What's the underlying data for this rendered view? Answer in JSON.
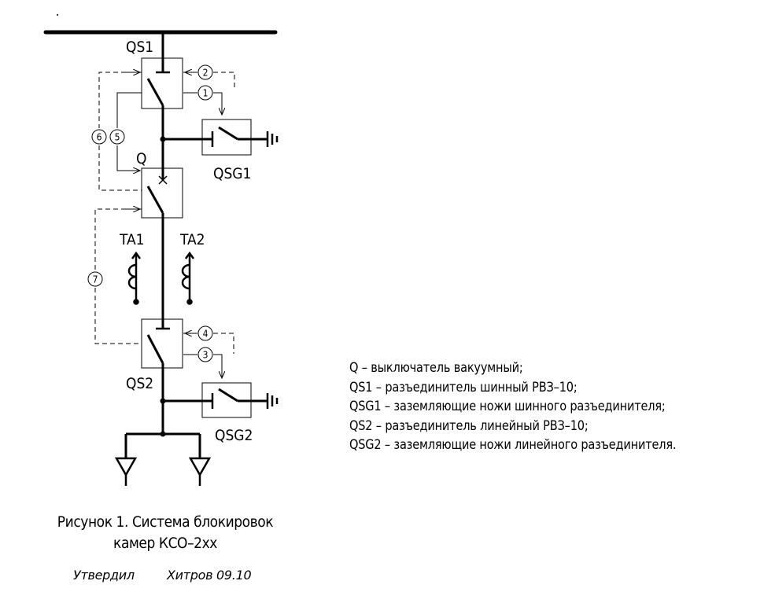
{
  "diagram": {
    "labels": {
      "qs1": "QS1",
      "q": "Q",
      "qsg1": "QSG1",
      "ta1": "TA1",
      "ta2": "TA2",
      "qs2": "QS2",
      "qsg2": "QSG2"
    },
    "interlock_numbers": [
      "1",
      "2",
      "3",
      "4",
      "5",
      "6",
      "7"
    ]
  },
  "legend": [
    "Q – выключатель вакуумный;",
    "QS1 – разъединитель шинный РВЗ–10;",
    "QSG1 – заземляющие ножи шинного разъединителя;",
    "QS2 – разъединитель линейный РВЗ–10;",
    "QSG2 – заземляющие ножи линейного разъединителя."
  ],
  "caption": {
    "line1": "Рисунок 1. Система блокировок",
    "line2": "камер КСО–2хх"
  },
  "approval": {
    "label": "Утвердил",
    "name_date": "Хитров 09.10"
  }
}
